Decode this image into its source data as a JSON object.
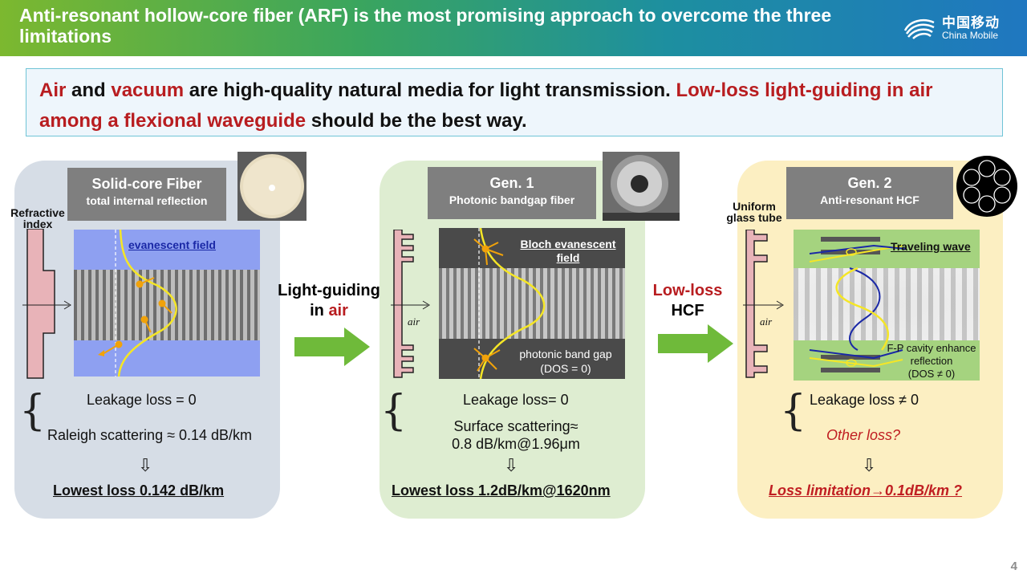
{
  "header": {
    "title": "Anti-resonant hollow-core fiber (ARF) is the most promising approach to overcome the three limitations",
    "logo_cn": "中国移动",
    "logo_en": "China Mobile",
    "logo_icon": "china-mobile-logo-icon"
  },
  "intro": {
    "p1": "Air",
    "p2": " and ",
    "p3": "vacuum",
    "p4": " are high-quality natural media for light transmission. ",
    "p5": "Low-loss light-guiding in air among a flexional waveguide",
    "p6": " should be the best way."
  },
  "panels": {
    "solid": {
      "title": "Solid-core Fiber",
      "subtitle": "total internal reflection",
      "axis_label": "Refractive index",
      "field_label": "evanescent field",
      "note1": "Leakage loss = 0",
      "note2": "Raleigh scattering ≈ 0.14 dB/km",
      "bottom": "Lowest loss 0.142 dB/km"
    },
    "gen1": {
      "title": "Gen. 1",
      "subtitle": "Photonic bandgap fiber",
      "axis_label": "air",
      "field_label": "Bloch evanescent field",
      "gap_label": "photonic band gap",
      "dos_label": "(DOS = 0)",
      "note1": "Leakage loss= 0",
      "note2": "Surface scattering≈",
      "note3": "0.8 dB/km@1.96μm",
      "bottom": "Lowest loss 1.2dB/km@1620nm"
    },
    "gen2": {
      "title": "Gen. 2",
      "subtitle": "Anti-resonant HCF",
      "axis_label": "air",
      "tube_label": "Uniform glass tube",
      "wave_label": "Traveling wave",
      "fp_label": "F-P cavity enhance reflection",
      "dos_label": "(DOS ≠ 0)",
      "note1": "Leakage loss ≠ 0",
      "note2": "Other loss?",
      "bottom": "Loss limitation→0.1dB/km ?"
    }
  },
  "arrows": {
    "a1_line1": "Light-guiding",
    "a1_line2a": "in ",
    "a1_line2b": "air",
    "a2_line1": "Low-loss",
    "a2_line2": "HCF"
  },
  "colors": {
    "accent_red": "#b81d20",
    "arrow_green": "#6fba3a",
    "header_start": "#7cb82f",
    "header_end": "#1f77c0"
  },
  "page_number": "4"
}
